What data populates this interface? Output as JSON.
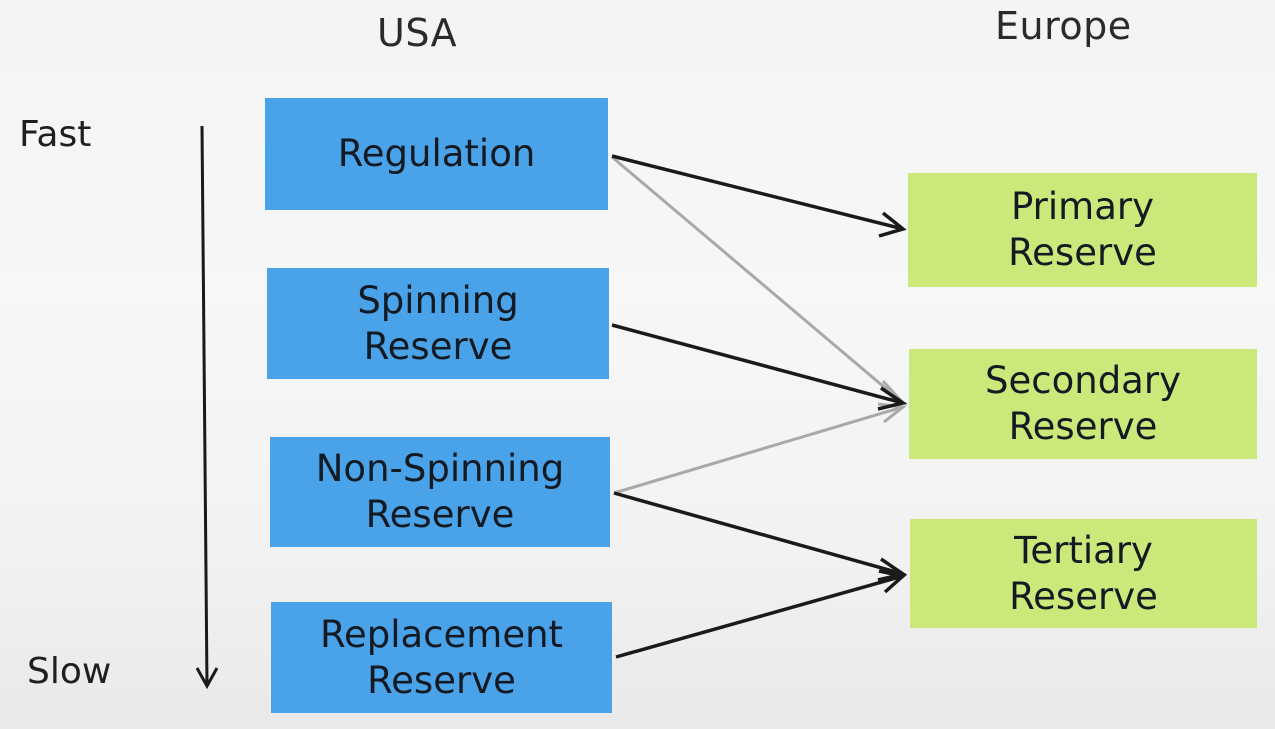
{
  "headers": {
    "left": "USA",
    "right": "Europe"
  },
  "speed_axis": {
    "top_label": "Fast",
    "bottom_label": "Slow"
  },
  "usa_boxes": [
    {
      "label": "Regulation"
    },
    {
      "label": "Spinning\nReserve"
    },
    {
      "label": "Non-Spinning\nReserve"
    },
    {
      "label": "Replacement\nReserve"
    }
  ],
  "europe_boxes": [
    {
      "label": "Primary\nReserve"
    },
    {
      "label": "Secondary\nReserve"
    },
    {
      "label": "Tertiary\nReserve"
    }
  ],
  "connections": [
    {
      "from": "Regulation",
      "to": "Primary Reserve",
      "style": "primary"
    },
    {
      "from": "Regulation",
      "to": "Secondary Reserve",
      "style": "secondary"
    },
    {
      "from": "Spinning Reserve",
      "to": "Secondary Reserve",
      "style": "primary"
    },
    {
      "from": "Non-Spinning Reserve",
      "to": "Secondary Reserve",
      "style": "secondary"
    },
    {
      "from": "Non-Spinning Reserve",
      "to": "Tertiary Reserve",
      "style": "primary"
    },
    {
      "from": "Replacement Reserve",
      "to": "Tertiary Reserve",
      "style": "primary"
    }
  ],
  "colors": {
    "usa_box": "#4aa3e9",
    "europe_box": "#cbe97a",
    "primary_arrow": "#1a1a1a",
    "secondary_arrow": "#a9a9a9"
  }
}
